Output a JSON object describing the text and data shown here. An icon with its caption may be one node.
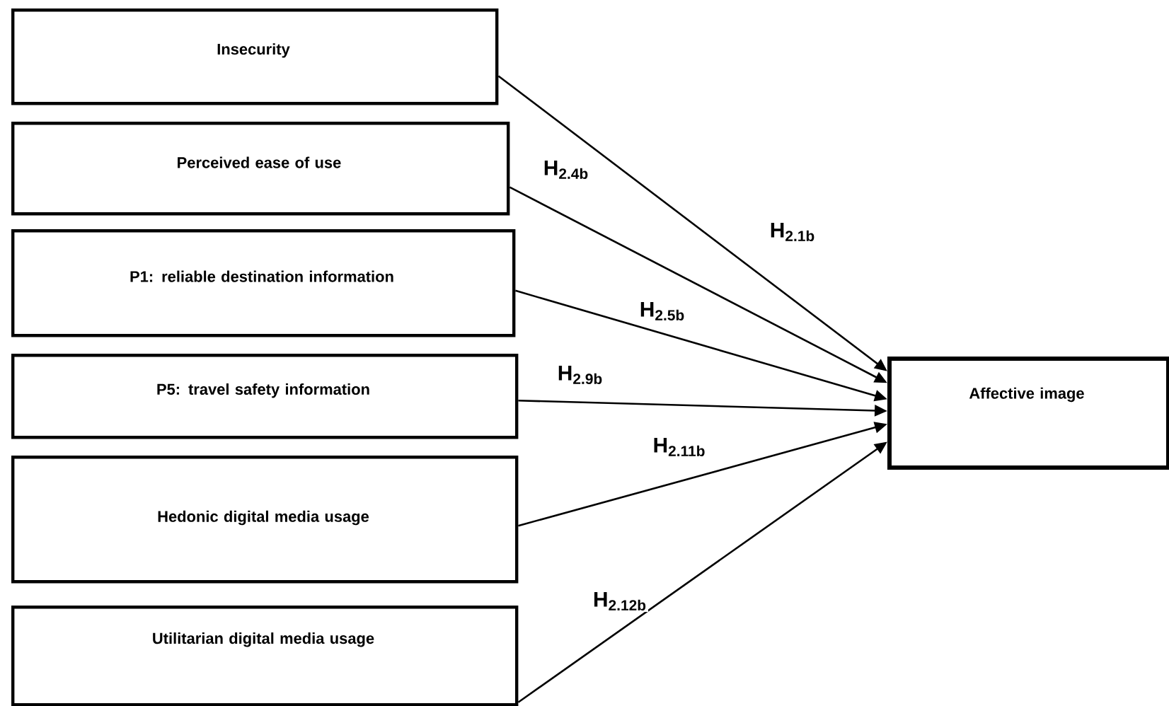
{
  "diagram": {
    "nodes": [
      {
        "text": [
          "Insecurity"
        ]
      },
      {
        "text": [
          "Perceived ease of use"
        ]
      },
      {
        "text": [
          "P1: reliable destination information"
        ]
      },
      {
        "text": [
          "P5: travel safety information"
        ]
      },
      {
        "text": [
          "Hedonic digital media usage"
        ]
      },
      {
        "text": [
          "Utilitarian digital media usage"
        ]
      },
      {
        "text": [
          "Affective image"
        ]
      }
    ],
    "edges": [
      {
        "from": 0,
        "to": 6,
        "arrow": "to",
        "label": "H$_{2.1b}$"
      },
      {
        "from": 1,
        "to": 6,
        "arrow": "to",
        "label": "H$_{2.4b}$"
      },
      {
        "from": 2,
        "to": 6,
        "arrow": "to",
        "label": "H$_{2.5b}$"
      },
      {
        "from": 3,
        "to": 6,
        "arrow": "to",
        "label": "H$_{2.9b}$"
      },
      {
        "from": 4,
        "to": 6,
        "arrow": "to",
        "label": "H$_{2.11b}$"
      },
      {
        "from": 5,
        "to": 6,
        "arrow": "to",
        "label": "H$_{2.12b}$"
      }
    ]
  }
}
